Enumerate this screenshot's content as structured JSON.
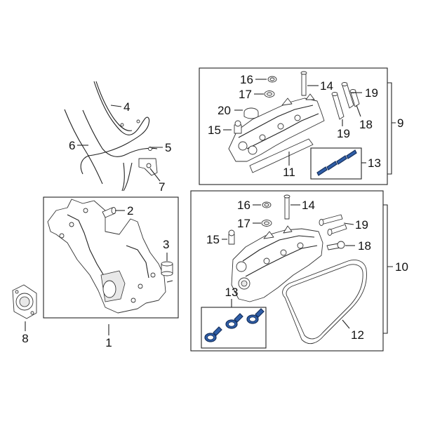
{
  "diagram": {
    "accent_color": "#2f5ea8",
    "callouts": {
      "n1": "1",
      "n2": "2",
      "n3": "3",
      "n4": "4",
      "n5": "5",
      "n6": "6",
      "n7": "7",
      "n8": "8",
      "n9": "9",
      "n10": "10",
      "n11": "11",
      "n12": "12",
      "n13_top": "13",
      "n13_bottom": "13",
      "n14_top": "14",
      "n14_bottom": "14",
      "n15_top": "15",
      "n15_bottom": "15",
      "n16_top": "16",
      "n16_bottom": "16",
      "n17_top": "17",
      "n17_bottom": "17",
      "n18_top": "18",
      "n18_bottom": "18",
      "n19_top_right": "19",
      "n19_top_left": "19",
      "n19_bottom": "19",
      "n20": "20"
    }
  }
}
